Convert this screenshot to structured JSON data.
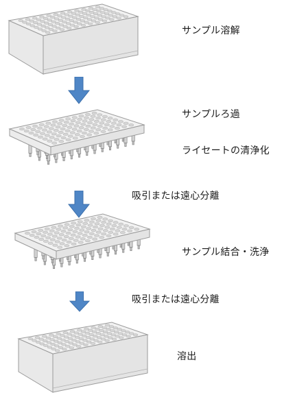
{
  "steps": [
    {
      "label": "サンプル溶解"
    },
    {
      "label": "サンプルろ過"
    },
    {
      "label": "ライセートの清浄化"
    },
    {
      "label": "サンプル結合・洗浄"
    },
    {
      "label": "溶出"
    }
  ],
  "transitions": [
    {
      "label": "吸引または遠心分離"
    },
    {
      "label": "吸引または遠心分離"
    }
  ],
  "colors": {
    "arrow": "#4f86c6",
    "plate_top": "#f2f2f2",
    "plate_side": "#e4e4e4",
    "plate_outline": "#9a9a9a",
    "well": "#d6d6d6"
  }
}
